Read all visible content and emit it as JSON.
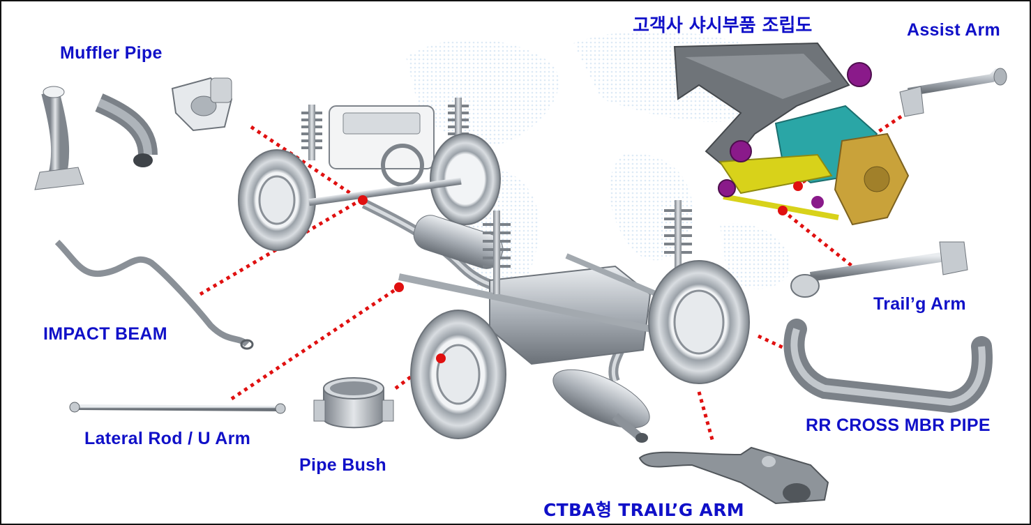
{
  "title": "고객사 샤시부품 조립도",
  "labels": {
    "muffler_pipe": "Muffler Pipe",
    "impact_beam": "IMPACT BEAM",
    "lateral_rod": "Lateral Rod / U Arm",
    "pipe_bush": "Pipe Bush",
    "assist_arm": "Assist Arm",
    "trailing_arm": "Trail’g Arm",
    "rr_cross": "RR CROSS MBR PIPE",
    "ctba": "CTBA형 TRAIL’G ARM"
  },
  "colors": {
    "label": "#1010c8",
    "leader": "#e01010",
    "metal": "#9aa0a8",
    "subframe_gray": "#6f7479",
    "arm_teal": "#2aa6a6",
    "arm_yellow": "#d8d21a",
    "bush_purple": "#8a1a8a",
    "knuckle_gold": "#c9a23a"
  },
  "icons": [
    "chassis-drawing",
    "subframe-drawing",
    "part-drawing"
  ]
}
